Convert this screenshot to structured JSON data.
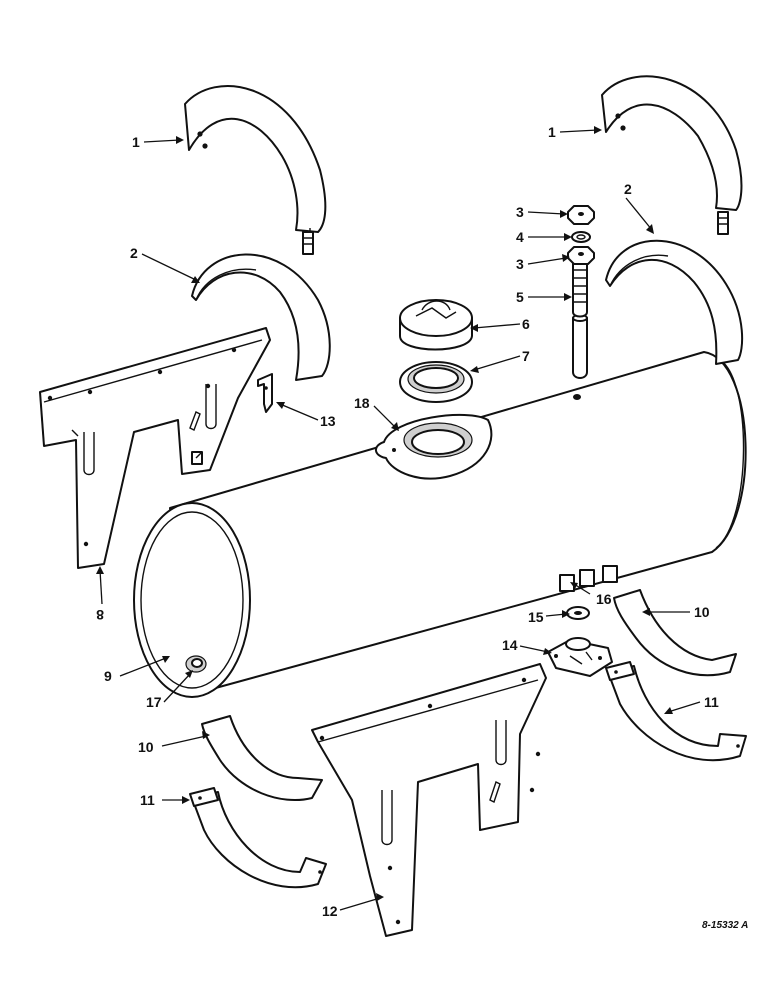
{
  "diagram": {
    "figure_id": "8-15332 A",
    "callouts": {
      "c1a": "1",
      "c1b": "1",
      "c2a": "2",
      "c2b": "2",
      "c3a": "3",
      "c3b": "3",
      "c4": "4",
      "c5": "5",
      "c6": "6",
      "c7": "7",
      "c8": "8",
      "c9": "9",
      "c10a": "10",
      "c10b": "10",
      "c11a": "11",
      "c11b": "11",
      "c12": "12",
      "c13": "13",
      "c14": "14",
      "c15": "15",
      "c16": "16",
      "c17": "17",
      "c18": "18"
    }
  }
}
